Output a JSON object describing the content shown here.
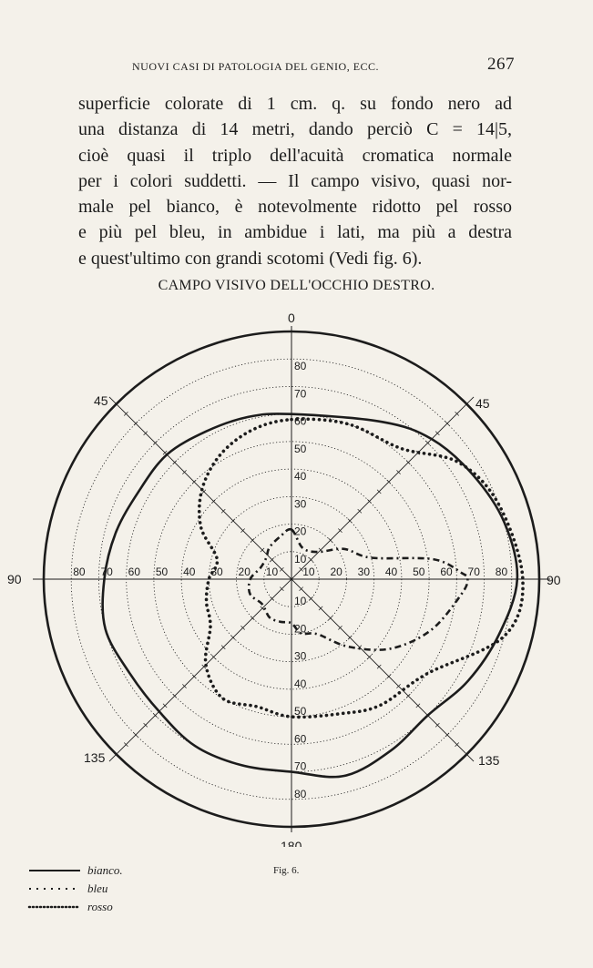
{
  "header": {
    "running_head": "NUOVI CASI DI PATOLOGIA DEL GENIO, ECC.",
    "page_number": "267"
  },
  "body_lines": [
    "superficie colorate di 1 cm. q. su fondo nero ad",
    "una distanza di 14 metri, dando perciò C = 14|5,",
    "cioè quasi il triplo dell'acuità cromatica normale",
    "per i colori suddetti. — Il campo visivo, quasi nor-",
    "male pel bianco, è notevolmente ridotto pel rosso",
    "e più pel bleu, in ambidue i lati, ma più a destra",
    "e quest'ultimo con grandi scotomi (Vedi fig. 6)."
  ],
  "figure": {
    "title": "CAMPO VISIVO DELL'OCCHIO DESTRO.",
    "caption": "Fig. 6.",
    "angle_labels": {
      "top": "0",
      "bottom": "180",
      "left": "90",
      "right": "90",
      "upper_left": "45",
      "upper_right": "45",
      "lower_left": "135",
      "lower_right": "135"
    },
    "ring_labels": [
      "10",
      "20",
      "30",
      "40",
      "50",
      "60",
      "70",
      "80"
    ],
    "colors": {
      "ink": "#1c1c1c",
      "paper": "#f4f1ea"
    }
  },
  "legend": [
    {
      "style": "solid",
      "label": "bianco."
    },
    {
      "style": "dashdot",
      "label": "bleu"
    },
    {
      "style": "dotted",
      "label": "rosso"
    }
  ],
  "chart_data": {
    "type": "polar",
    "title": "CAMPO VISIVO DELL'OCCHIO DESTRO.",
    "radial_unit": "degrees",
    "radial_range": [
      0,
      90
    ],
    "angle_zero": "top",
    "angle_step": 45,
    "series": [
      {
        "name": "bianco",
        "style": "solid",
        "points": [
          [
            0,
            60
          ],
          [
            30,
            66
          ],
          [
            45,
            72
          ],
          [
            60,
            76
          ],
          [
            75,
            80
          ],
          [
            90,
            82
          ],
          [
            105,
            78
          ],
          [
            120,
            74
          ],
          [
            135,
            70
          ],
          [
            150,
            72
          ],
          [
            165,
            74
          ],
          [
            180,
            70
          ],
          [
            195,
            70
          ],
          [
            210,
            70
          ],
          [
            225,
            68
          ],
          [
            240,
            68
          ],
          [
            255,
            70
          ],
          [
            270,
            68
          ],
          [
            285,
            66
          ],
          [
            300,
            64
          ],
          [
            315,
            64
          ],
          [
            330,
            62
          ],
          [
            345,
            61
          ]
        ]
      },
      {
        "name": "bleu",
        "style": "dashdot",
        "points": [
          [
            0,
            18
          ],
          [
            20,
            12
          ],
          [
            45,
            14
          ],
          [
            60,
            22
          ],
          [
            75,
            30
          ],
          [
            82,
            52
          ],
          [
            88,
            62
          ],
          [
            90,
            64
          ],
          [
            95,
            62
          ],
          [
            110,
            54
          ],
          [
            125,
            44
          ],
          [
            140,
            32
          ],
          [
            155,
            22
          ],
          [
            170,
            20
          ],
          [
            180,
            16
          ],
          [
            195,
            16
          ],
          [
            210,
            16
          ],
          [
            230,
            14
          ],
          [
            250,
            16
          ],
          [
            270,
            15
          ],
          [
            290,
            12
          ],
          [
            310,
            12
          ],
          [
            325,
            14
          ],
          [
            345,
            16
          ]
        ]
      },
      {
        "name": "rosso",
        "style": "dotted",
        "points": [
          [
            0,
            58
          ],
          [
            20,
            60
          ],
          [
            40,
            62
          ],
          [
            55,
            74
          ],
          [
            70,
            80
          ],
          [
            90,
            84
          ],
          [
            105,
            80
          ],
          [
            125,
            60
          ],
          [
            145,
            56
          ],
          [
            160,
            52
          ],
          [
            180,
            50
          ],
          [
            195,
            48
          ],
          [
            210,
            50
          ],
          [
            225,
            44
          ],
          [
            240,
            34
          ],
          [
            255,
            32
          ],
          [
            270,
            30
          ],
          [
            285,
            28
          ],
          [
            300,
            38
          ],
          [
            315,
            46
          ],
          [
            330,
            52
          ],
          [
            345,
            56
          ]
        ]
      }
    ]
  }
}
